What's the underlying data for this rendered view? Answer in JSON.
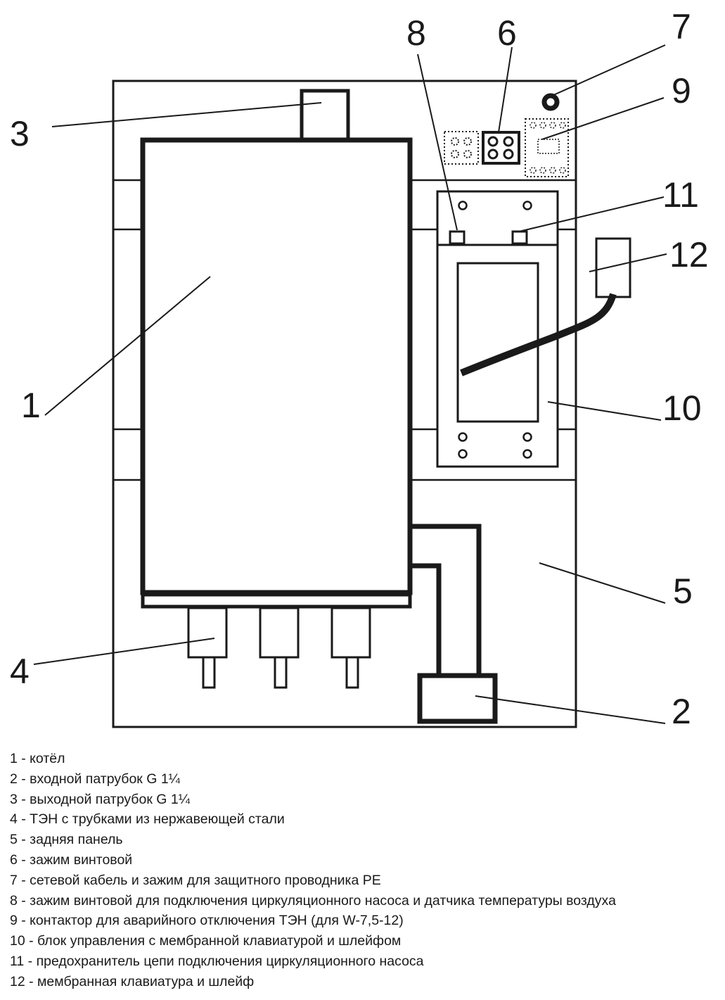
{
  "callouts": {
    "n1": "1",
    "n2": "2",
    "n3": "3",
    "n4": "4",
    "n5": "5",
    "n6": "6",
    "n7": "7",
    "n8": "8",
    "n9": "9",
    "n10": "10",
    "n11": "11",
    "n12": "12"
  },
  "legend": [
    "1 - котёл",
    "2 - входной патрубок G 1¼",
    "3 - выходной патрубок G 1¼",
    "4 - ТЭН с трубками из нержавеющей стали",
    "5 - задняя панель",
    "6 - зажим винтовой",
    "7 - сетевой кабель и зажим для защитного проводника PE",
    "8 - зажим винтовой для подключения циркуляционного насоса и датчика температуры воздуха",
    "9 - контактор для аварийного отключения ТЭН (для W-7,5-12)",
    "10 - блок управления с мембранной клавиатурой и шлейфом",
    "11 - предохранитель цепи подключения циркуляционного насоса",
    "12 - мембранная клавиатура и шлейф"
  ],
  "colors": {
    "ink": "#1a1a1a",
    "background": "#ffffff"
  }
}
